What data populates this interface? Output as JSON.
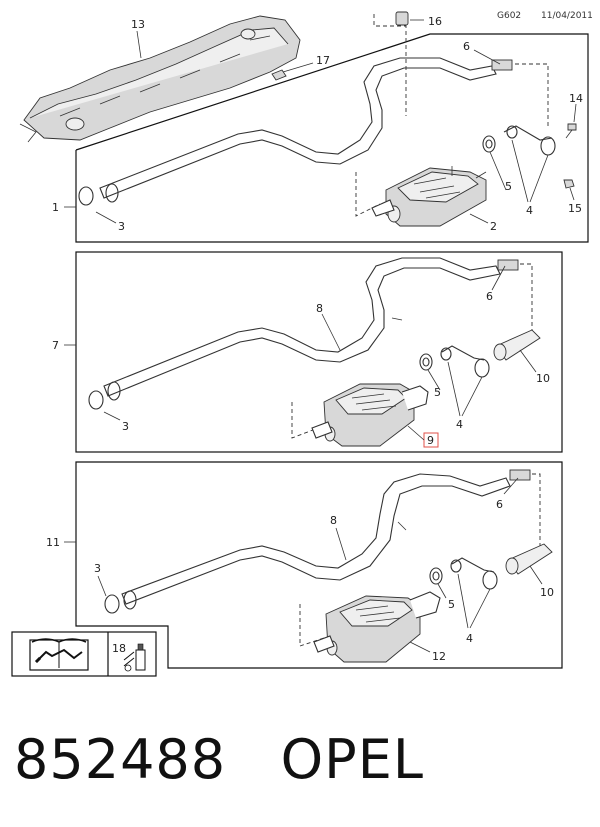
{
  "header": {
    "code": "G602",
    "date": "11/04/2011"
  },
  "callouts": {
    "c1": "1",
    "c2": "2",
    "c3": "3",
    "c4": "4",
    "c5": "5",
    "c6": "6",
    "c7": "7",
    "c8": "8",
    "c9": "9",
    "c10": "10",
    "c11": "11",
    "c12": "12",
    "c13": "13",
    "c14": "14",
    "c15": "15",
    "c16": "16",
    "c17": "17",
    "c18": "18"
  },
  "footer": {
    "part_number": "852488",
    "brand": "OPEL"
  },
  "icons": {
    "manual": "manual-book-icon",
    "tool": "spray-can-icon"
  },
  "colors": {
    "highlight": "#e0504a"
  }
}
